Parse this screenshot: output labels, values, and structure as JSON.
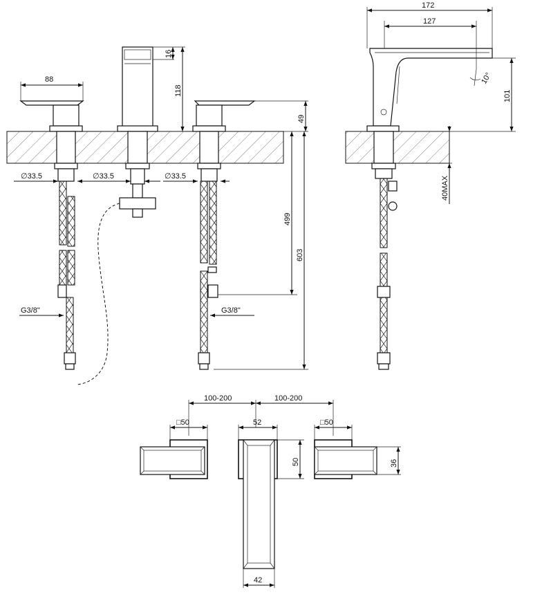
{
  "dimensions": {
    "d172": "172",
    "d127": "127",
    "d16": "16",
    "d118": "118",
    "d88": "88",
    "d49": "49",
    "d101": "101",
    "angle10": "10°",
    "d40max": "40MAX",
    "d499": "499",
    "d603": "603",
    "dia_left": "∅33.5",
    "dia_mid": "∅33.5",
    "dia_right": "∅33.5",
    "thread_left": "G3/8\"",
    "thread_right": "G3/8\"",
    "spacing_left": "100-200",
    "spacing_right": "100-200",
    "sq_left": "□50",
    "sq_right": "□50",
    "d52": "52",
    "d50": "50",
    "d36": "36",
    "d42": "42"
  }
}
